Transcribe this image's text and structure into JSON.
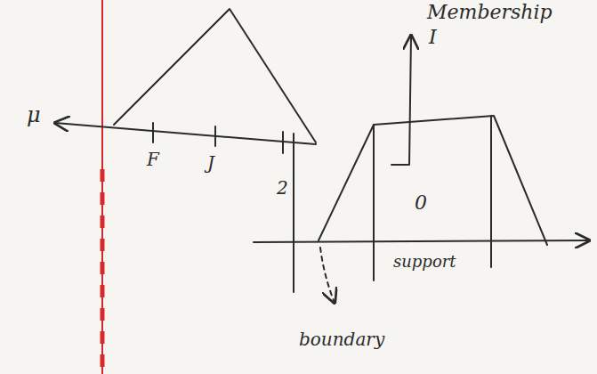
{
  "diagram": {
    "labels": [
      "Membership",
      "μ",
      "F",
      "J",
      "2",
      "I",
      "0",
      "support",
      "boundary"
    ]
  }
}
